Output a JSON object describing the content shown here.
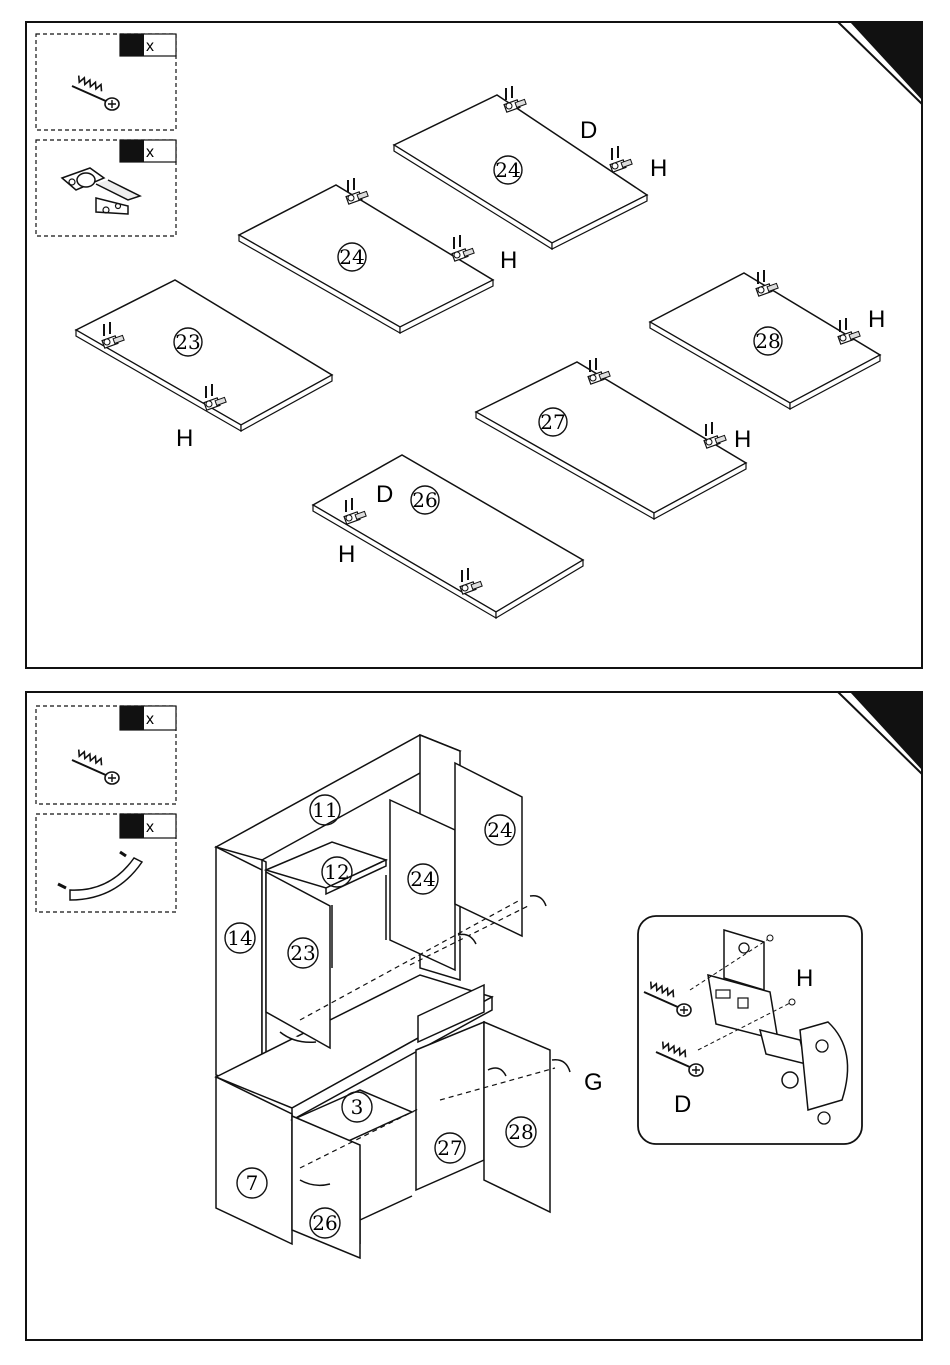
{
  "step1": {
    "parts_box": {
      "screw_label": "x",
      "hinge_label": "x"
    },
    "panels": [
      {
        "number": "24"
      },
      {
        "number": "24"
      },
      {
        "number": "23"
      },
      {
        "number": "28"
      },
      {
        "number": "27"
      },
      {
        "number": "26"
      }
    ],
    "letters": {
      "d_top": "D",
      "h_a": "H",
      "h_b": "H",
      "h_c": "H",
      "h_d": "H",
      "h_e": "H",
      "d_bottom": "D",
      "h_f": "H"
    }
  },
  "step2": {
    "parts_box": {
      "screw_label": "x",
      "handle_label": "x"
    },
    "cabinet_labels": {
      "top": "11",
      "shelf_top": "12",
      "door_top_right": "24",
      "door_top_mid": "24",
      "side_left": "14",
      "door_top_left": "23",
      "counter": "3",
      "door_bottom_mid": "27",
      "door_bottom_right": "28",
      "side_bottom_left": "7",
      "door_bottom_left": "26"
    },
    "letters": {
      "g": "G"
    },
    "detail": {
      "h": "H",
      "d": "D"
    }
  }
}
